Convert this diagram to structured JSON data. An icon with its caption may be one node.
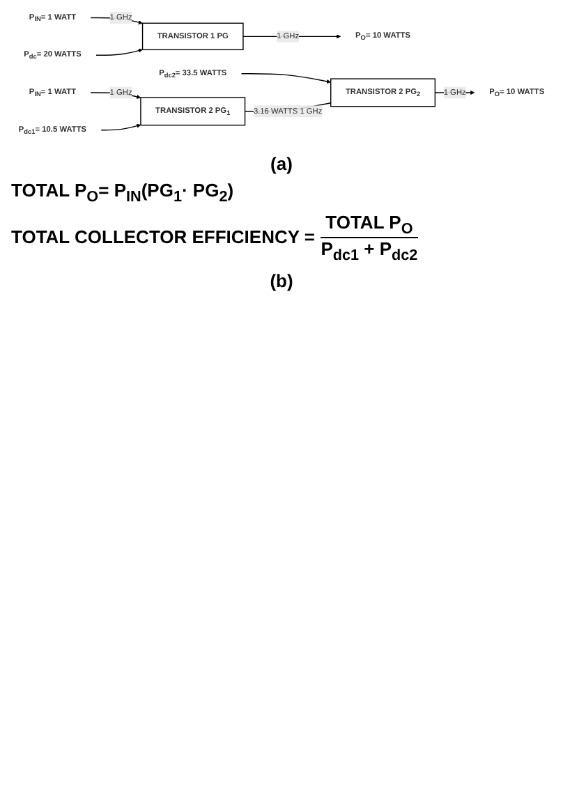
{
  "diagram": {
    "nodes": [
      {
        "text": [
          "P$_{IN}$= 1 WATT"
        ]
      },
      {
        "text": [
          "P$_{dc}$= 20 WATTS"
        ]
      },
      {
        "text": [
          "P$_{O}$= 10 WATTS"
        ]
      },
      {
        "text": [
          "TRANSISTOR 1 PG"
        ]
      },
      {
        "text": [
          "P$_{IN}$= 1 WATT"
        ]
      },
      {
        "text": [
          "P$_{dc1}$= 10.5 WATTS"
        ]
      },
      {
        "text": [
          "P$_{dc2}$= 33.5 WATTS"
        ]
      },
      {
        "text": [
          "P$_{O}$= 10 WATTS"
        ]
      },
      {
        "text": [
          "TRANSISTOR 2 PG$_{1}$"
        ]
      },
      {
        "text": [
          "TRANSISTOR 2 PG$_{2}$"
        ]
      }
    ],
    "edges": [
      {
        "from": 0,
        "to": 3,
        "arrow": "to",
        "label": "1 GHz"
      },
      {
        "from": 1,
        "to": 3,
        "arrow": "to"
      },
      {
        "from": 3,
        "to": 2,
        "arrow": "to",
        "label": "1 GHz"
      },
      {
        "from": 4,
        "to": 8,
        "arrow": "to",
        "label": "1 GHz"
      },
      {
        "from": 5,
        "to": 8,
        "arrow": "to"
      },
      {
        "from": 6,
        "to": 9,
        "arrow": "to"
      },
      {
        "from": 8,
        "to": 9,
        "arrow": "none",
        "label": "3.16 WATTS 1 GHz"
      },
      {
        "from": 9,
        "to": 7,
        "arrow": "to",
        "label": "1 GHz"
      }
    ],
    "labels": [
      "(a)",
      "TOTAL P$_{O}$= P$_{IN}$(PG$_{1}$· PG$_{2}$)",
      "TOTAL COLLECTOR EFFICIENCY =",
      "TOTAL P$_{O}$",
      "P$_{dc1}$ + P$_{dc2}$",
      "(b)"
    ]
  }
}
